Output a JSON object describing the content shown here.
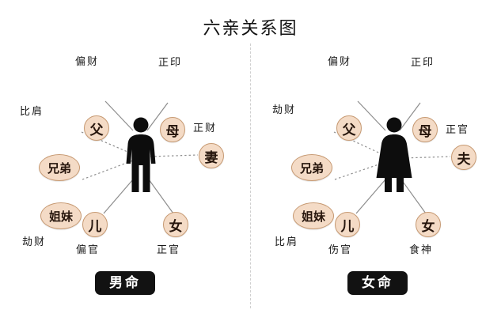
{
  "title": "六亲关系图",
  "panels": [
    {
      "id": "male",
      "chip_label": "男命",
      "figure": "male-figure-icon",
      "nodes": [
        {
          "name": "father",
          "text": "父",
          "tag": "偏财",
          "shape": "single"
        },
        {
          "name": "mother",
          "text": "母",
          "tag": "正印",
          "shape": "single"
        },
        {
          "name": "brother",
          "text": "兄弟",
          "tag": "比肩",
          "shape": "double"
        },
        {
          "name": "sister",
          "text": "姐妹",
          "tag": "劫财",
          "shape": "double"
        },
        {
          "name": "spouse",
          "text": "妻",
          "tag": "正财",
          "shape": "single"
        },
        {
          "name": "son",
          "text": "儿",
          "tag": "偏官",
          "shape": "single"
        },
        {
          "name": "daughter",
          "text": "女",
          "tag": "正官",
          "shape": "single"
        }
      ]
    },
    {
      "id": "female",
      "chip_label": "女命",
      "figure": "female-figure-icon",
      "nodes": [
        {
          "name": "father",
          "text": "父",
          "tag": "偏财",
          "shape": "single"
        },
        {
          "name": "mother",
          "text": "母",
          "tag": "正印",
          "shape": "single"
        },
        {
          "name": "brother",
          "text": "兄弟",
          "tag": "劫财",
          "shape": "double"
        },
        {
          "name": "sister",
          "text": "姐妹",
          "tag": "比肩",
          "shape": "double"
        },
        {
          "name": "spouse",
          "text": "夫",
          "tag": "正官",
          "shape": "single"
        },
        {
          "name": "son",
          "text": "儿",
          "tag": "伤官",
          "shape": "single"
        },
        {
          "name": "daughter",
          "text": "女",
          "tag": "食神",
          "shape": "single"
        }
      ]
    }
  ],
  "colors": {
    "node_fill": "#f4dbc6",
    "node_border": "#c79a73",
    "chip_bg": "#121212",
    "chip_text": "#ffffff",
    "edge": "#8d8d8d",
    "background": "#ffffff"
  }
}
